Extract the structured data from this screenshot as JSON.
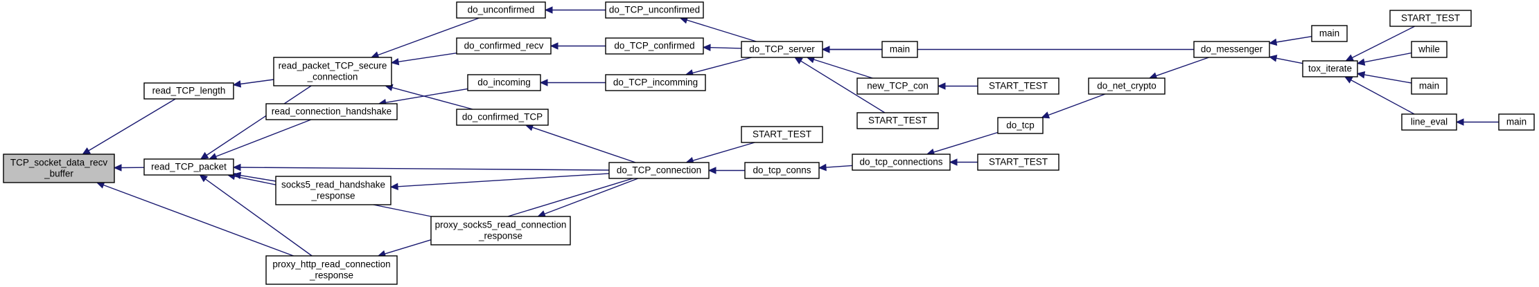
{
  "graph": {
    "colors": {
      "edge": "#191970",
      "root_fill": "#bfbfbf",
      "node_fill": "#ffffff",
      "border": "#000000"
    },
    "nodes": [
      {
        "id": "n0",
        "lines": [
          "TCP_socket_data_recv",
          "_buffer"
        ]
      },
      {
        "id": "n1",
        "lines": [
          "read_TCP_length"
        ]
      },
      {
        "id": "n2",
        "lines": [
          "read_TCP_packet"
        ]
      },
      {
        "id": "n3",
        "lines": [
          "proxy_http_read_connection",
          "_response"
        ]
      },
      {
        "id": "n4",
        "lines": [
          "read_packet_TCP_secure",
          "_connection"
        ]
      },
      {
        "id": "n5",
        "lines": [
          "read_connection_handshake"
        ]
      },
      {
        "id": "n6",
        "lines": [
          "socks5_read_handshake",
          "_response"
        ]
      },
      {
        "id": "n7",
        "lines": [
          "proxy_socks5_read_connection",
          "_response"
        ]
      },
      {
        "id": "n8",
        "lines": [
          "do_TCP_connection"
        ]
      },
      {
        "id": "n9",
        "lines": [
          "do_unconfirmed"
        ]
      },
      {
        "id": "n10",
        "lines": [
          "do_confirmed_recv"
        ]
      },
      {
        "id": "n11",
        "lines": [
          "do_confirmed_TCP"
        ]
      },
      {
        "id": "n12",
        "lines": [
          "do_incoming"
        ]
      },
      {
        "id": "n13",
        "lines": [
          "do_TCP_unconfirmed"
        ]
      },
      {
        "id": "n14",
        "lines": [
          "do_TCP_confirmed"
        ]
      },
      {
        "id": "n15",
        "lines": [
          "do_TCP_incomming"
        ]
      },
      {
        "id": "n16",
        "lines": [
          "do_TCP_server"
        ]
      },
      {
        "id": "n17",
        "lines": [
          "START_TEST"
        ]
      },
      {
        "id": "n18",
        "lines": [
          "do_tcp_conns"
        ]
      },
      {
        "id": "n19",
        "lines": [
          "main"
        ]
      },
      {
        "id": "n20",
        "lines": [
          "new_TCP_con"
        ]
      },
      {
        "id": "n21",
        "lines": [
          "START_TEST"
        ]
      },
      {
        "id": "n22",
        "lines": [
          "START_TEST"
        ]
      },
      {
        "id": "n23",
        "lines": [
          "do_tcp_connections"
        ]
      },
      {
        "id": "n24",
        "lines": [
          "do_tcp"
        ]
      },
      {
        "id": "n25",
        "lines": [
          "START_TEST"
        ]
      },
      {
        "id": "n26",
        "lines": [
          "do_net_crypto"
        ]
      },
      {
        "id": "n27",
        "lines": [
          "do_messenger"
        ]
      },
      {
        "id": "n28",
        "lines": [
          "main"
        ]
      },
      {
        "id": "n29",
        "lines": [
          "tox_iterate"
        ]
      },
      {
        "id": "n30",
        "lines": [
          "START_TEST"
        ]
      },
      {
        "id": "n31",
        "lines": [
          "while"
        ]
      },
      {
        "id": "n32",
        "lines": [
          "main"
        ]
      },
      {
        "id": "n33",
        "lines": [
          "line_eval"
        ]
      },
      {
        "id": "n34",
        "lines": [
          "main"
        ]
      }
    ],
    "edges": [
      {
        "from": "n1",
        "to": "n0"
      },
      {
        "from": "n2",
        "to": "n0"
      },
      {
        "from": "n3",
        "to": "n0"
      },
      {
        "from": "n4",
        "to": "n1"
      },
      {
        "from": "n4",
        "to": "n2"
      },
      {
        "from": "n5",
        "to": "n2"
      },
      {
        "from": "n8",
        "to": "n2"
      },
      {
        "from": "n6",
        "to": "n2"
      },
      {
        "from": "n7",
        "to": "n2"
      },
      {
        "from": "n3",
        "to": "n2"
      },
      {
        "from": "n9",
        "to": "n4"
      },
      {
        "from": "n10",
        "to": "n4"
      },
      {
        "from": "n11",
        "to": "n4"
      },
      {
        "from": "n12",
        "to": "n5"
      },
      {
        "from": "n8",
        "to": "n6"
      },
      {
        "from": "n8",
        "to": "n7"
      },
      {
        "from": "n8",
        "to": "n3"
      },
      {
        "from": "n13",
        "to": "n9"
      },
      {
        "from": "n14",
        "to": "n10"
      },
      {
        "from": "n8",
        "to": "n11"
      },
      {
        "from": "n15",
        "to": "n12"
      },
      {
        "from": "n16",
        "to": "n13"
      },
      {
        "from": "n16",
        "to": "n14"
      },
      {
        "from": "n16",
        "to": "n15"
      },
      {
        "from": "n17",
        "to": "n8"
      },
      {
        "from": "n18",
        "to": "n8"
      },
      {
        "from": "n19",
        "to": "n16"
      },
      {
        "from": "n20",
        "to": "n16"
      },
      {
        "from": "n22",
        "to": "n16"
      },
      {
        "from": "n27",
        "to": "n16"
      },
      {
        "from": "n21",
        "to": "n20"
      },
      {
        "from": "n23",
        "to": "n18"
      },
      {
        "from": "n24",
        "to": "n23"
      },
      {
        "from": "n25",
        "to": "n23"
      },
      {
        "from": "n26",
        "to": "n24"
      },
      {
        "from": "n27",
        "to": "n26"
      },
      {
        "from": "n28",
        "to": "n27"
      },
      {
        "from": "n29",
        "to": "n27"
      },
      {
        "from": "n30",
        "to": "n29"
      },
      {
        "from": "n31",
        "to": "n29"
      },
      {
        "from": "n32",
        "to": "n29"
      },
      {
        "from": "n33",
        "to": "n29"
      },
      {
        "from": "n34",
        "to": "n33"
      }
    ]
  }
}
